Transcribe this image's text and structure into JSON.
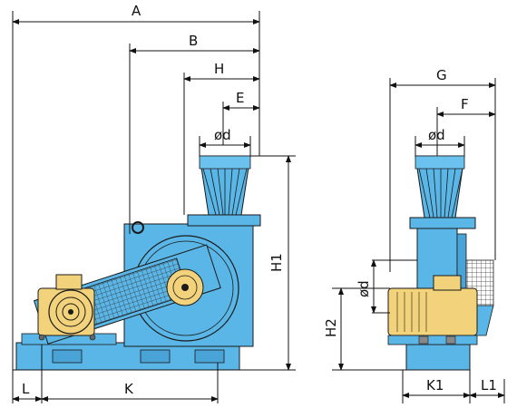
{
  "labels": {
    "A": "A",
    "B": "B",
    "H": "H",
    "E": "E",
    "d_side": "ød",
    "H1": "H1",
    "L": "L",
    "K": "K",
    "G": "G",
    "F": "F",
    "d_front_top": "ød",
    "d_front_side": "ød",
    "H2": "H2",
    "K1": "K1",
    "L1": "L1"
  },
  "colors": {
    "body_blue": "#5ab6e6",
    "body_blue_dark": "#2f7fb6",
    "motor_yellow": "#f2d27a",
    "outline": "#1a1a1a"
  }
}
